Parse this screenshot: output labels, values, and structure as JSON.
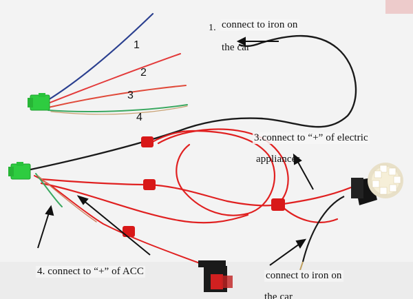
{
  "wire_numbers": [
    "1",
    "2",
    "3",
    "4"
  ],
  "labels": {
    "step1_number": "1.",
    "step1_line1": "connect to iron on",
    "step1_line2": "the car",
    "step3_line1": "3.connect to “+” of electric",
    "step3_line2": "appliances",
    "step4": "4. connect to “+” of ACC",
    "ground_line1": "connect to iron on",
    "ground_line2": "the car"
  },
  "colors": {
    "background": "#f4f4f4",
    "wire_black": "#1a1a1a",
    "wire_red": "#e02020",
    "wire_green": "#3aa860",
    "connector_green": "#2ecc40",
    "connector_red": "#d81818"
  }
}
